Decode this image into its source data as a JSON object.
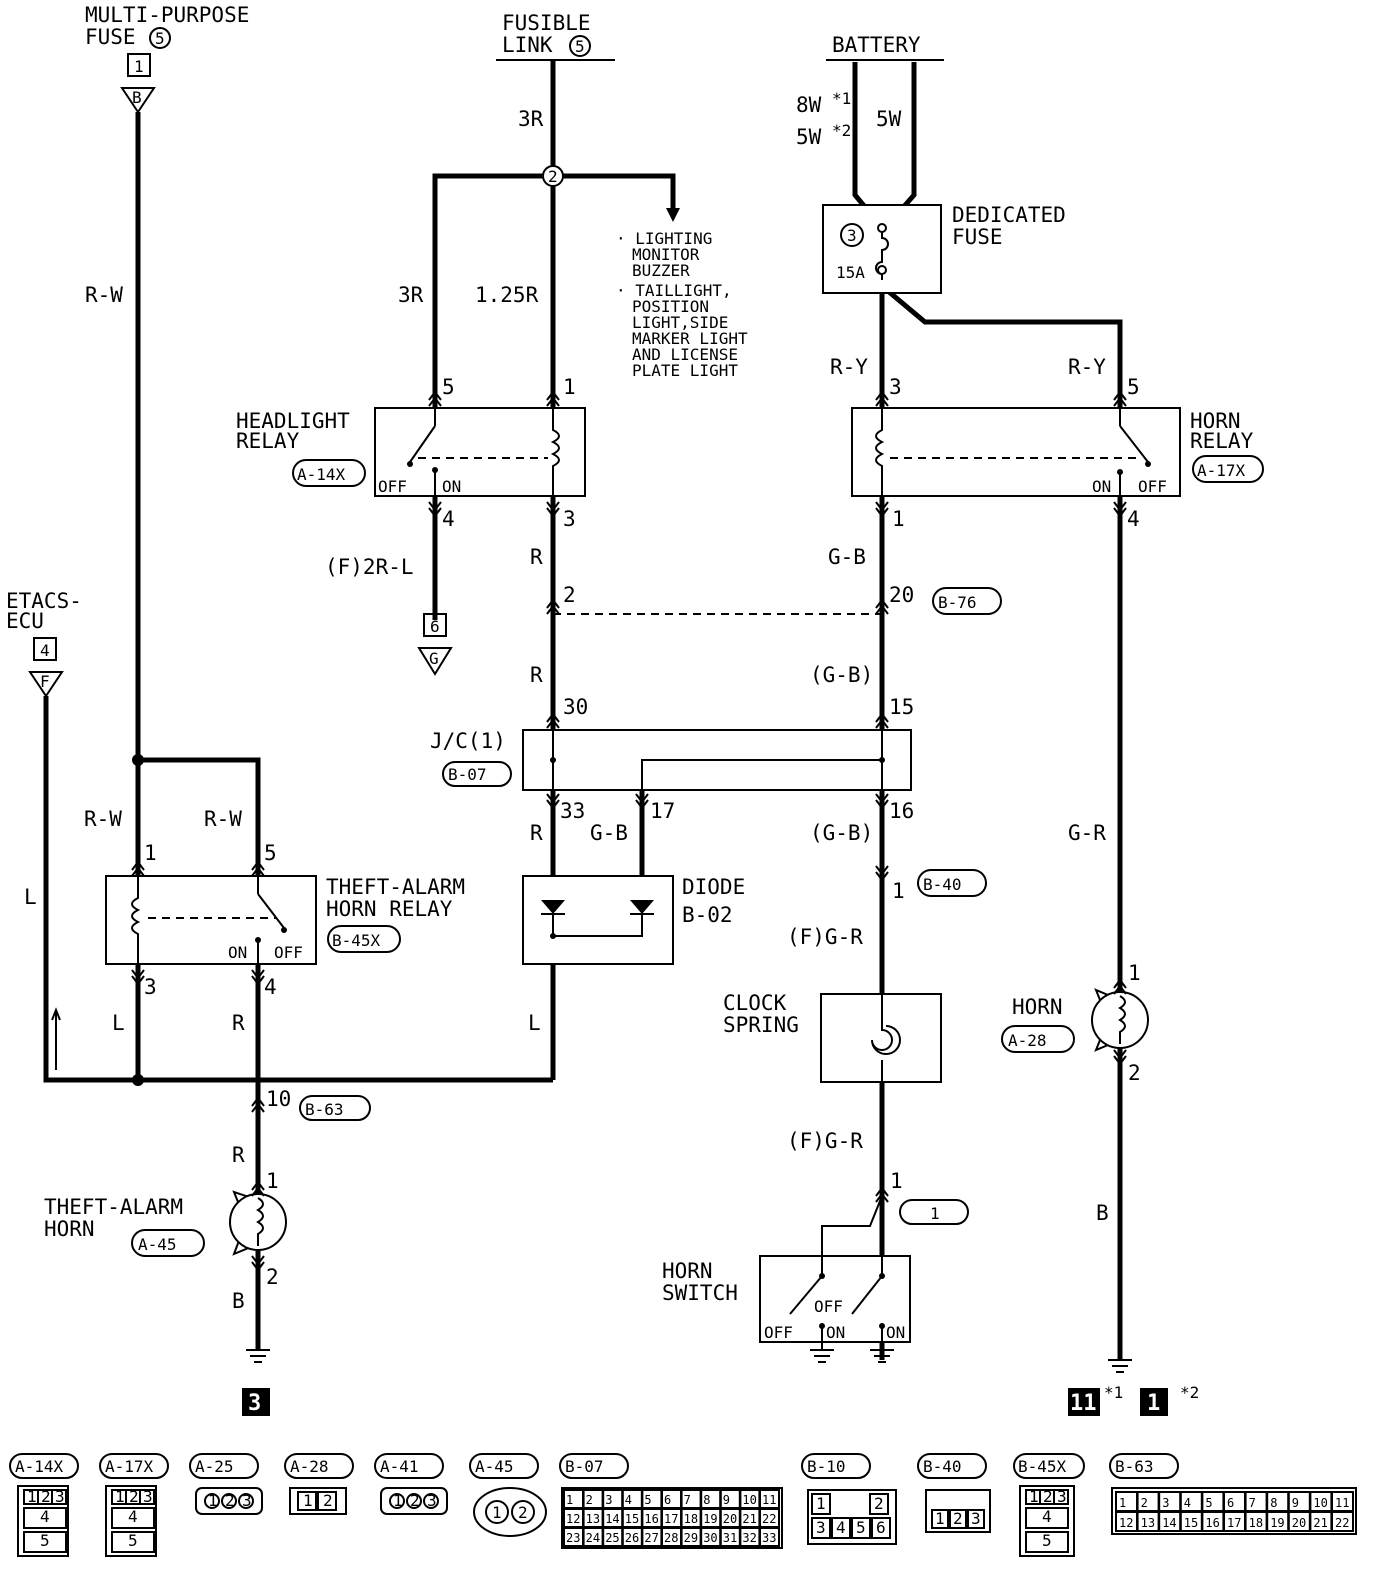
{
  "sources": {
    "multi_purpose_fuse": [
      "MULTI-PURPOSE",
      "FUSE",
      "5",
      "1",
      "B"
    ],
    "fusible_link": [
      "FUSIBLE",
      "LINK",
      "5"
    ],
    "battery": "BATTERY",
    "etacs_ecu": [
      "ETACS-",
      "ECU",
      "4",
      "F"
    ],
    "dedicated_fuse": [
      "DEDICATED",
      "FUSE",
      "3",
      "15A"
    ]
  },
  "branch_notes": [
    "· LIGHTING",
    "MONITOR",
    "BUZZER",
    "· TAILLIGHT,",
    "POSITION",
    "LIGHT,SIDE",
    "MARKER LIGHT",
    "AND LICENSE",
    "PLATE LIGHT"
  ],
  "wires": {
    "rw_main": "R-W",
    "rw_left": "R-W",
    "rw_right": "R-W",
    "fl_3r": "3R",
    "r_3r": "3R",
    "r_125r": "1.25R",
    "bat_8w": "8W",
    "bat_8w_note": "*1",
    "bat_5w_a": "5W",
    "bat_5w_a_note": "*2",
    "bat_5w": "5W",
    "ry_left": "R-Y",
    "ry_right": "R-Y",
    "f2rl": "(F)2R-L",
    "r1": "R",
    "r2": "R",
    "r3": "R",
    "gb1": "G-B",
    "gb2": "(G-B)",
    "gb3": "(G-B)",
    "gb_diode": "G-B",
    "fgr1": "(F)G-R",
    "fgr2": "(F)G-R",
    "gr": "G-R",
    "l1": "L",
    "l2": "L",
    "l3": "L",
    "r_relay": "R",
    "r_horn": "R",
    "b_horn": "B",
    "b_horn2": "B"
  },
  "components": {
    "headlight_relay": [
      "HEADLIGHT",
      "RELAY",
      "A-14X",
      "OFF",
      "ON"
    ],
    "horn_relay": [
      "HORN",
      "RELAY",
      "A-17X",
      "ON",
      "OFF"
    ],
    "jc": [
      "J/C(1)",
      "B-07"
    ],
    "theft_relay": [
      "THEFT-ALARM",
      "HORN RELAY",
      "B-45X",
      "ON",
      "OFF"
    ],
    "diode": [
      "DIODE",
      "B-02"
    ],
    "clock_spring": [
      "CLOCK",
      "SPRING"
    ],
    "horn": [
      "HORN",
      "A-28"
    ],
    "theft_horn": [
      "THEFT-ALARM",
      "HORN",
      "A-45"
    ],
    "horn_switch": [
      "HORN",
      "SWITCH",
      "OFF",
      "OFF",
      "ON",
      "ON"
    ]
  },
  "connectors": {
    "b76": "B-76",
    "b40": "B-40",
    "b63": "B-63",
    "one": "1"
  },
  "pins": {
    "hl5": "5",
    "hl1": "1",
    "hl4": "4",
    "hl3": "3",
    "hr3": "3",
    "hr5": "5",
    "hr1": "1",
    "hr4": "4",
    "c2": "2",
    "c20": "20",
    "c30": "30",
    "c15": "15",
    "c33": "33",
    "c17": "17",
    "c16": "16",
    "b40_1": "1",
    "tr1": "1",
    "tr5": "5",
    "tr3": "3",
    "tr4": "4",
    "b63_10": "10",
    "th1": "1",
    "th2": "2",
    "hn1": "1",
    "hn2": "2",
    "sw1": "1",
    "fl6": "6",
    "flg": "G",
    "node2": "2"
  },
  "grounds": {
    "g3": "3",
    "g11": "11",
    "g11_note": "*1",
    "g1": "1",
    "g1_note": "*2"
  },
  "connector_legend": {
    "a14x": "A-14X",
    "a17x": "A-17X",
    "a25": "A-25",
    "a28": "A-28",
    "a41": "A-41",
    "a45": "A-45",
    "b07": "B-07",
    "b10": "B-10",
    "b40": "B-40",
    "b45x": "B-45X",
    "b63": "B-63",
    "pins3": [
      "1",
      "2",
      "3",
      "4",
      "5"
    ],
    "b07_pins": [
      "1",
      "2",
      "3",
      "4",
      "5",
      "6",
      "7",
      "8",
      "9",
      "10",
      "11",
      "12",
      "13",
      "14",
      "15",
      "16",
      "17",
      "18",
      "19",
      "20",
      "21",
      "22",
      "23",
      "24",
      "25",
      "26",
      "27",
      "28",
      "29",
      "30",
      "31",
      "32",
      "33"
    ],
    "b63_pins": [
      "1",
      "2",
      "3",
      "4",
      "5",
      "6",
      "7",
      "8",
      "9",
      "10",
      "11",
      "12",
      "13",
      "14",
      "15",
      "16",
      "17",
      "18",
      "19",
      "20",
      "21",
      "22"
    ],
    "b10_pins": [
      "1",
      "2",
      "3",
      "4",
      "5",
      "6"
    ]
  }
}
